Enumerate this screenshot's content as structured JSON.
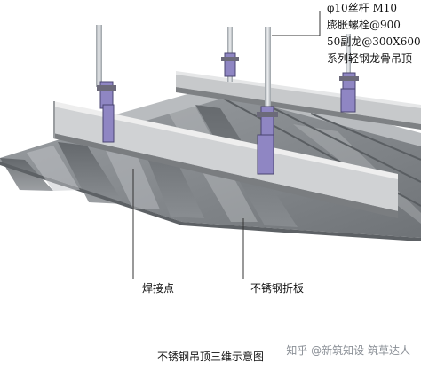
{
  "callouts": {
    "rod": "φ10丝杆 M10",
    "bolt": "膨胀螺栓@900",
    "keel": "50副龙@300X600",
    "series": "系列轻钢龙骨吊顶",
    "weld": "焊接点",
    "panel": "不锈钢折板"
  },
  "caption": "不锈钢吊顶三维示意图",
  "watermark": "知乎 @新筑知设 筑草达人",
  "colors": {
    "panel": "#7f8387",
    "panel_light": "#a9adb1",
    "beam": "#c9cbcd",
    "beam_dark": "#8d9093",
    "clip": "#8f86c3",
    "rod": "#cfd2d5"
  }
}
